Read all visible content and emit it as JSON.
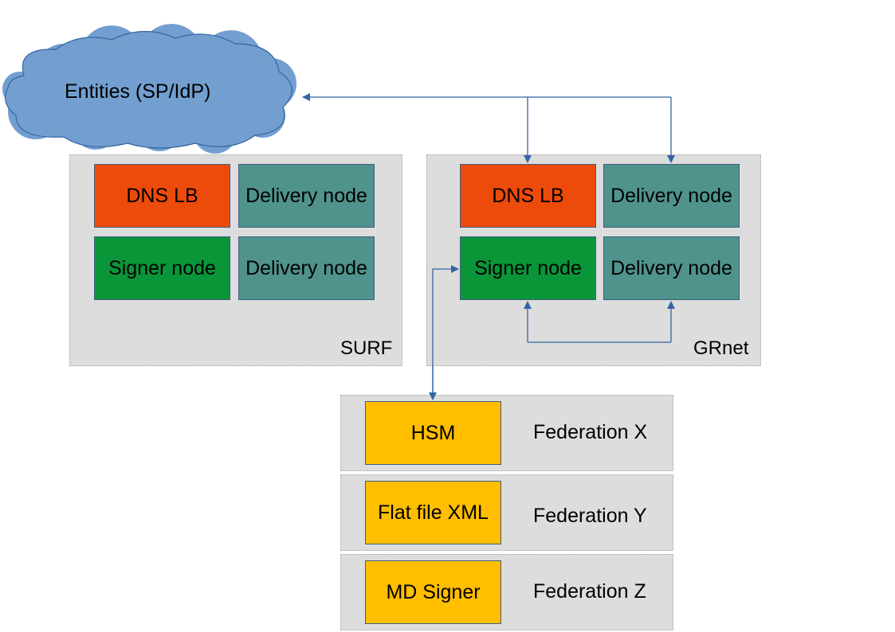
{
  "cloud": {
    "label": "Entities (SP/IdP)"
  },
  "surf": {
    "label": "SURF",
    "dns_lb": "DNS LB",
    "delivery_1": "Delivery node",
    "signer": "Signer node",
    "delivery_2": "Delivery node"
  },
  "grnet": {
    "label": "GRnet",
    "dns_lb": "DNS LB",
    "delivery_1": "Delivery node",
    "signer": "Signer node",
    "delivery_2": "Delivery node"
  },
  "federations": [
    {
      "box": "HSM",
      "label": "Federation X"
    },
    {
      "box": "Flat file XML",
      "label": "Federation Y"
    },
    {
      "box": "MD Signer",
      "label": "Federation Z"
    }
  ],
  "colors": {
    "cloud": "#729fcf",
    "dns_lb": "#ed4b0b",
    "delivery": "#4f938c",
    "signer": "#0b9539",
    "federation_box": "#ffbe00",
    "group_bg": "#dddddd",
    "connector": "#3465a4"
  }
}
